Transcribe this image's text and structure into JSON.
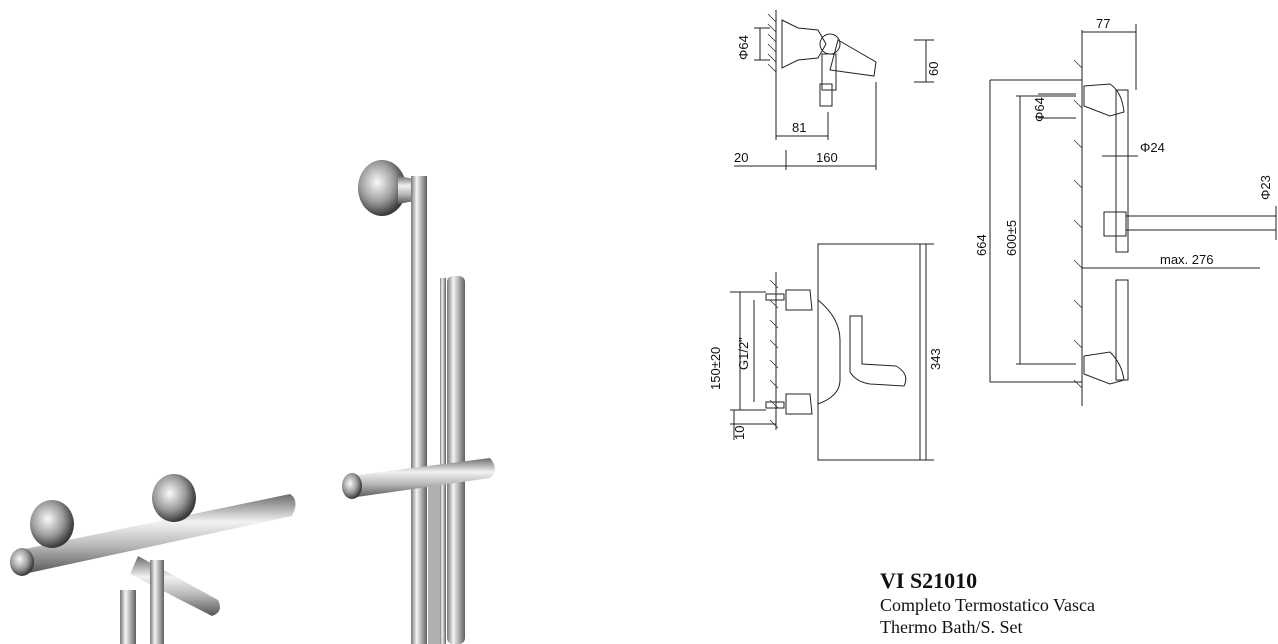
{
  "product": {
    "code": "VI S21010",
    "description_it": "Completo Termostatico Vasca",
    "description_en": "Thermo Bath/S. Set"
  },
  "dimensions": {
    "top_view": {
      "flange_dia": "Φ64",
      "height": "60",
      "spout_offset": "81",
      "wall_gap": "20",
      "spout_length": "160"
    },
    "front_view": {
      "centres": "150±20",
      "thread": "G1/2\"",
      "bottom": "10",
      "total_width": "343"
    },
    "rail_view": {
      "depth": "77",
      "total_height": "664",
      "centres": "600±5",
      "flange_dia": "Φ64",
      "rail_dia": "Φ24",
      "hand_shower_dia": "Φ23",
      "reach": "max. 276"
    }
  }
}
